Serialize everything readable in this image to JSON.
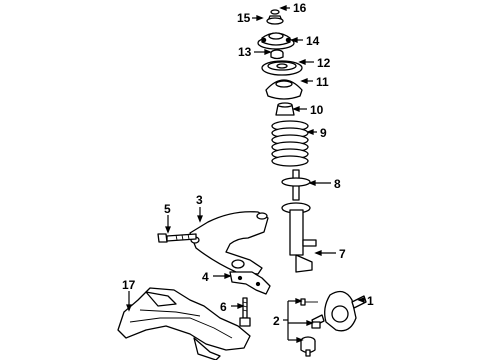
{
  "diagram": {
    "callouts": [
      {
        "id": "c1",
        "label": "1"
      },
      {
        "id": "c2",
        "label": "2"
      },
      {
        "id": "c3",
        "label": "3"
      },
      {
        "id": "c4",
        "label": "4"
      },
      {
        "id": "c5",
        "label": "5"
      },
      {
        "id": "c6",
        "label": "6"
      },
      {
        "id": "c7",
        "label": "7"
      },
      {
        "id": "c8",
        "label": "8"
      },
      {
        "id": "c9",
        "label": "9"
      },
      {
        "id": "c10",
        "label": "10"
      },
      {
        "id": "c11",
        "label": "11"
      },
      {
        "id": "c12",
        "label": "12"
      },
      {
        "id": "c13",
        "label": "13"
      },
      {
        "id": "c14",
        "label": "14"
      },
      {
        "id": "c15",
        "label": "15"
      },
      {
        "id": "c16",
        "label": "16"
      },
      {
        "id": "c17",
        "label": "17"
      }
    ]
  }
}
